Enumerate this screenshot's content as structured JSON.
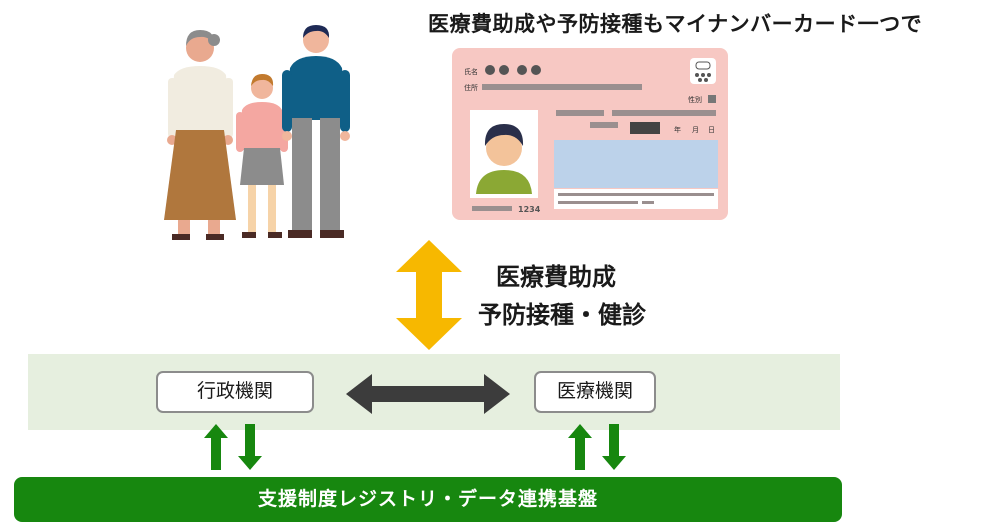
{
  "headline": "医療費助成や予防接種もマイナンバーカード一つで",
  "card": {
    "name_label": "氏名",
    "address_label": "住所",
    "sex_label": "性別",
    "year_label": "年",
    "month_label": "月",
    "day_label": "日",
    "number_text": "1234"
  },
  "center_label": {
    "line1": "医療費助成",
    "line2": "予防接種・健診"
  },
  "admin_box": "行政機関",
  "medical_box": "医療機関",
  "platform": "支援制度レジストリ・データ連携基盤",
  "colors": {
    "yellow_arrow": "#f7b800",
    "green_arrow": "#17870f",
    "dark_arrow": "#3c3c3c",
    "band": "#e6efdf",
    "card": "#f7c8c3",
    "platform": "#17870f"
  }
}
